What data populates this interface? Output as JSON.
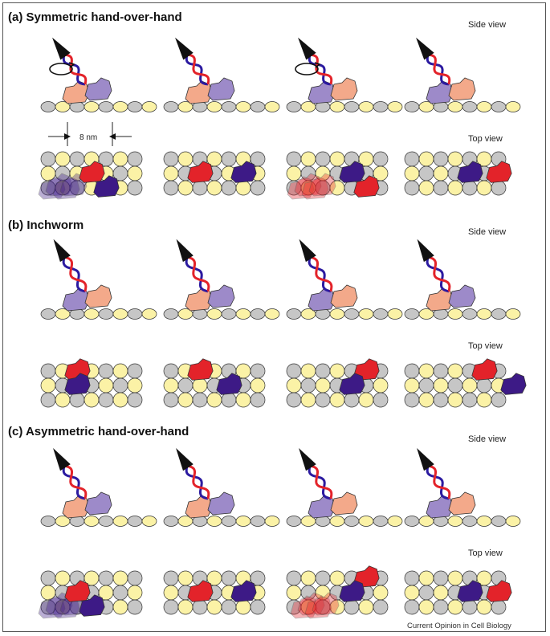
{
  "sections": [
    {
      "title": "(a)  Symmetric hand-over-hand",
      "side_label": "Side view",
      "top_label": "Top view",
      "scale_label": "8 nm"
    },
    {
      "title": "(b)  Inchworm",
      "side_label": "Side view",
      "top_label": "Top view"
    },
    {
      "title": "(c)  Asymmetric hand-over-hand",
      "side_label": "Side view",
      "top_label": "Top view"
    }
  ],
  "credit": "Current Opinion in Cell Biology",
  "colors": {
    "tubulin_alpha": "#c6c6c6",
    "tubulin_beta": "#fbf2a6",
    "head_red": "#e3232a",
    "head_purple": "#3d1a86",
    "head_light_purple": "#9d8ac9",
    "head_peach": "#f3a98a",
    "stalk_red": "#e3232a",
    "stalk_blue": "#2b1aa0",
    "outline": "#333333"
  },
  "icons": [
    "cargo-arrowhead-icon",
    "rotation-arrow-icon"
  ]
}
